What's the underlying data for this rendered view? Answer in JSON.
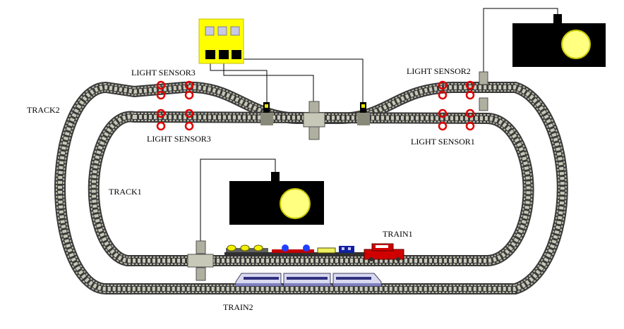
{
  "colors": {
    "background": "#ffffff",
    "rail": "#3a3a3a",
    "tie": "#9a9a8a",
    "sensor": "#e00000",
    "lamp": "#ffff80",
    "control_box": "#ffff00",
    "signal": "#e8e800",
    "box": "#000000"
  },
  "labels": {
    "track1": "TRACK1",
    "track2": "TRACK2",
    "train1": "TRAIN1",
    "train2": "TRAIN2",
    "light_sensor1": "LIGHT SENSOR1",
    "light_sensor2": "LIGHT SENSOR2",
    "light_sensor3_top": "LIGHT SENSOR3",
    "light_sensor3_bottom": "LIGHT SENSOR3"
  }
}
